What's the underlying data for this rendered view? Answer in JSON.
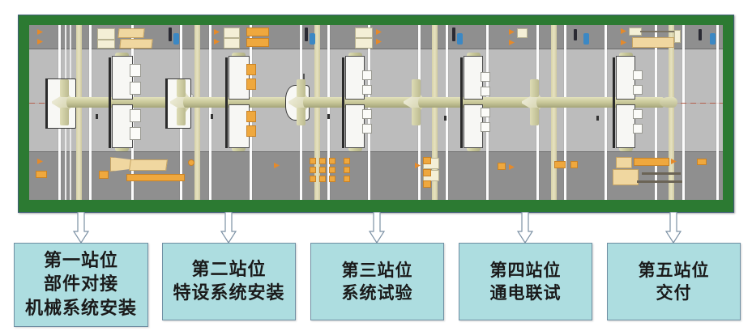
{
  "diagram": {
    "title_present": false,
    "panel": {
      "name": "aircraft-assembly-line-illustration",
      "border_color": "#2c7a32",
      "floor_color": "#bcbcbc",
      "aisle_color": "#8f8f8f",
      "centerline_color": "#b4604c",
      "aircraft_count": 5,
      "view": "top-down"
    },
    "arrow_color_fill": "#ffffff",
    "arrow_color_stroke": "#7c91a4",
    "box_fill": "#addde0",
    "box_border": "#6f8fa3",
    "stations": [
      {
        "id": "station-1",
        "lines": [
          "第一站位",
          "部件对接",
          "机械系统安装"
        ],
        "size": "lg"
      },
      {
        "id": "station-2",
        "lines": [
          "第二站位",
          "特设系统安装"
        ],
        "size": "lg"
      },
      {
        "id": "station-3",
        "lines": [
          "第三站位",
          "系统试验"
        ],
        "size": "md"
      },
      {
        "id": "station-4",
        "lines": [
          "第四站位",
          "通电联试"
        ],
        "size": "md"
      },
      {
        "id": "station-5",
        "lines": [
          "第五站位",
          "交付"
        ],
        "size": "md"
      }
    ]
  }
}
